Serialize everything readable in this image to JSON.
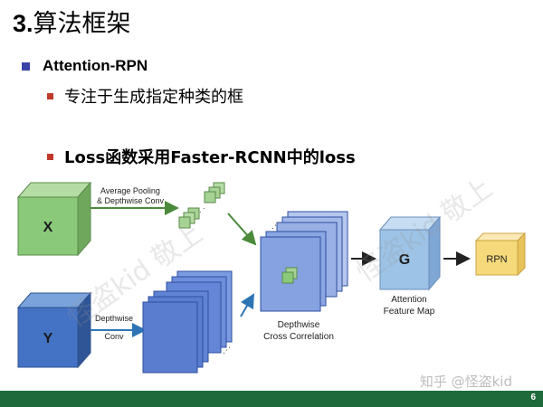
{
  "slide": {
    "title_number": "3.",
    "title_text": "算法框架",
    "bullets": [
      "Attention-RPN",
      "专注于生成指定种类的框",
      "Loss函数采用Faster-RCNN中的loss"
    ],
    "page_number": "6",
    "watermark": "知乎 @怪盗kid",
    "bg_watermark": "怪盗kid  敬上",
    "colors": {
      "footer": "#1e6a3b",
      "bullet_main": "#3a44a8",
      "bullet_sub": "#c0392b"
    }
  },
  "diagram": {
    "x_label": "X",
    "y_label": "Y",
    "g_label": "G",
    "rpn_label": "RPN",
    "pool_label_1": "Average Pooling",
    "pool_label_2": "& Depthwise Conv",
    "depthwise_label_1": "Depthwise",
    "depthwise_label_2": "Conv",
    "cc_label_1": "Depthwise",
    "cc_label_2": "Cross Correlation",
    "att_label_1": "Attention",
    "att_label_2": "Feature Map",
    "colors": {
      "green": "#8bc97a",
      "blue": "#4472c4",
      "light_blue": "#9dc3e6",
      "yellow": "#f5d97a"
    }
  }
}
